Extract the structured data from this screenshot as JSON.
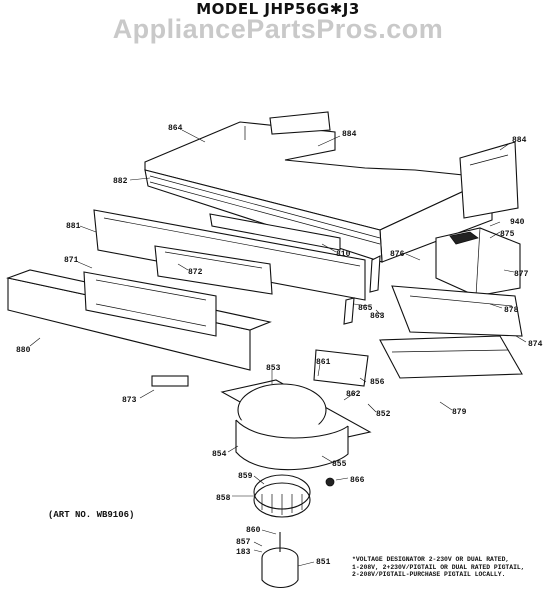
{
  "header": {
    "title": "MODEL JHP56G✱J3",
    "watermark": "AppliancePartsPros.com"
  },
  "footer": {
    "art_number": "(ART NO. WB9106)",
    "voltage_note": [
      "*VOLTAGE DESIGNATOR 2-230V OR DUAL RATED,",
      "1-208V, 2+230V/PIGTAIL OR DUAL RATED PIGTAIL,",
      "2-208V/PIGTAIL-PURCHASE PIGTAIL LOCALLY."
    ]
  },
  "callouts": {
    "p864": "864",
    "p884a": "884",
    "p884b": "884",
    "p882": "882",
    "p881": "881",
    "p810": "810",
    "p875": "875",
    "p940": "940",
    "p871": "871",
    "p872": "872",
    "p876": "876",
    "p877": "877",
    "p865": "865",
    "p863": "863",
    "p878": "878",
    "p880": "880",
    "p874": "874",
    "p853": "853",
    "p861": "861",
    "p873": "873",
    "p862": "862",
    "p856": "856",
    "p852": "852",
    "p879": "879",
    "p854": "854",
    "p855": "855",
    "p859": "859",
    "p866": "866",
    "p858": "858",
    "p860": "860",
    "p857": "857",
    "p183": "183",
    "p851": "851"
  }
}
